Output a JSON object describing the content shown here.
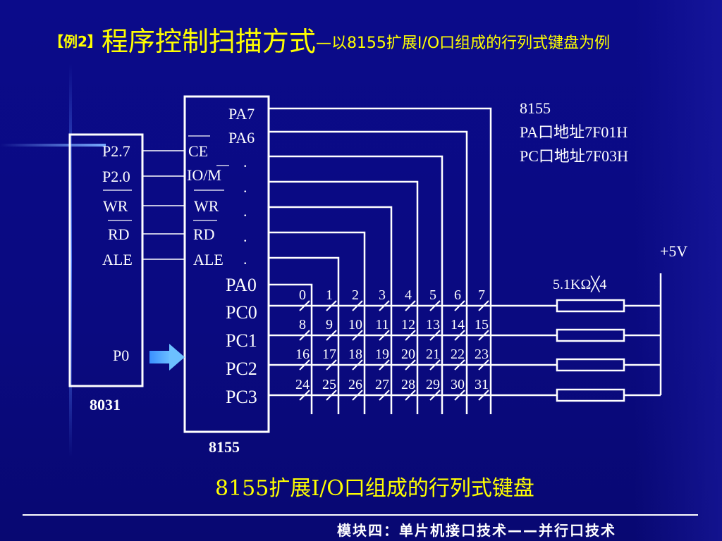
{
  "title": {
    "tag": "【例2】",
    "main": "程序控制扫描方式",
    "sub": "—以8155扩展I/O口组成的行列式键盘为例"
  },
  "left_chip": {
    "name": "8031",
    "pins": [
      "P2.7",
      "P2.0",
      "WR",
      "RD",
      "ALE"
    ],
    "data_pin": "P0"
  },
  "right_chip": {
    "name": "8155",
    "left_pins": [
      "CE",
      "IO/M",
      "WR",
      "RD",
      "ALE"
    ],
    "top_pins": [
      "PA7",
      "PA6"
    ],
    "dots": [
      ".",
      ".",
      ".",
      ".",
      "."
    ],
    "row_pins": [
      "PA0",
      "PC0",
      "PC1",
      "PC2",
      "PC3"
    ]
  },
  "address_note": {
    "line1": "8155",
    "line2": "PA口地址7F01H",
    "line3": "PC口地址7F03H"
  },
  "power": "+5V",
  "resistor_label": "5.1KΩ╳4",
  "keys": [
    [
      "0",
      "1",
      "2",
      "3",
      "4",
      "5",
      "6",
      "7"
    ],
    [
      "8",
      "9",
      "10",
      "11",
      "12",
      "13",
      "14",
      "15"
    ],
    [
      "16",
      "17",
      "18",
      "19",
      "20",
      "21",
      "22",
      "23"
    ],
    [
      "24",
      "25",
      "26",
      "27",
      "28",
      "29",
      "30",
      "31"
    ]
  ],
  "caption": "8155扩展I/O口组成的行列式键盘",
  "footer": "模块四：单片机接口技术——并行口技术",
  "colors": {
    "background": "#0a0a80",
    "title": "#ffff00",
    "wire": "#ffffff",
    "arrow": "#4aa8ff"
  }
}
